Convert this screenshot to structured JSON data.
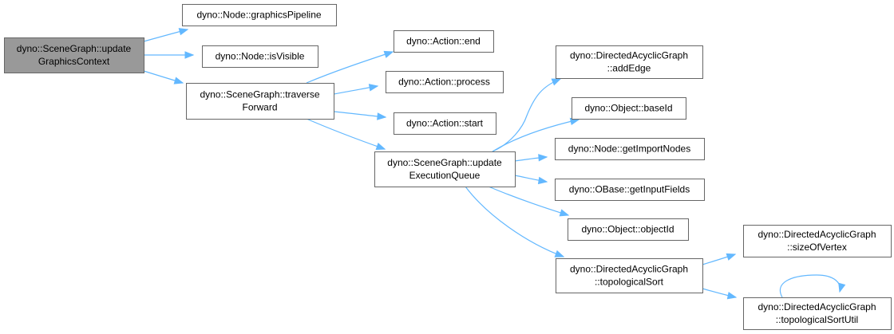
{
  "nodes": [
    {
      "id": "n0",
      "lines": [
        "dyno::SceneGraph::update",
        "GraphicsContext"
      ],
      "root": true
    },
    {
      "id": "n1",
      "lines": [
        "dyno::Node::graphicsPipeline"
      ]
    },
    {
      "id": "n2",
      "lines": [
        "dyno::Node::isVisible"
      ]
    },
    {
      "id": "n3",
      "lines": [
        "dyno::SceneGraph::traverse",
        "Forward"
      ]
    },
    {
      "id": "n4",
      "lines": [
        "dyno::Action::end"
      ]
    },
    {
      "id": "n5",
      "lines": [
        "dyno::Action::process"
      ]
    },
    {
      "id": "n6",
      "lines": [
        "dyno::Action::start"
      ]
    },
    {
      "id": "n7",
      "lines": [
        "dyno::SceneGraph::update",
        "ExecutionQueue"
      ]
    },
    {
      "id": "n8",
      "lines": [
        "dyno::DirectedAcyclicGraph",
        "::addEdge"
      ]
    },
    {
      "id": "n9",
      "lines": [
        "dyno::Object::baseId"
      ]
    },
    {
      "id": "n10",
      "lines": [
        "dyno::Node::getImportNodes"
      ]
    },
    {
      "id": "n11",
      "lines": [
        "dyno::OBase::getInputFields"
      ]
    },
    {
      "id": "n12",
      "lines": [
        "dyno::Object::objectId"
      ]
    },
    {
      "id": "n13",
      "lines": [
        "dyno::DirectedAcyclicGraph",
        "::topologicalSort"
      ]
    },
    {
      "id": "n14",
      "lines": [
        "dyno::DirectedAcyclicGraph",
        "::sizeOfVertex"
      ]
    },
    {
      "id": "n15",
      "lines": [
        "dyno::DirectedAcyclicGraph",
        "::topologicalSortUtil"
      ]
    }
  ],
  "edges": [
    {
      "from": "n0",
      "to": "n1"
    },
    {
      "from": "n0",
      "to": "n2"
    },
    {
      "from": "n0",
      "to": "n3"
    },
    {
      "from": "n3",
      "to": "n4"
    },
    {
      "from": "n3",
      "to": "n5"
    },
    {
      "from": "n3",
      "to": "n6"
    },
    {
      "from": "n3",
      "to": "n7"
    },
    {
      "from": "n7",
      "to": "n8"
    },
    {
      "from": "n7",
      "to": "n9"
    },
    {
      "from": "n7",
      "to": "n10"
    },
    {
      "from": "n7",
      "to": "n11"
    },
    {
      "from": "n7",
      "to": "n12"
    },
    {
      "from": "n7",
      "to": "n13"
    },
    {
      "from": "n13",
      "to": "n14"
    },
    {
      "from": "n13",
      "to": "n15"
    },
    {
      "from": "n15",
      "to": "n15"
    }
  ],
  "colors": {
    "edge": "#63b8ff",
    "root_fill": "#999999",
    "node_border": "#666666"
  }
}
